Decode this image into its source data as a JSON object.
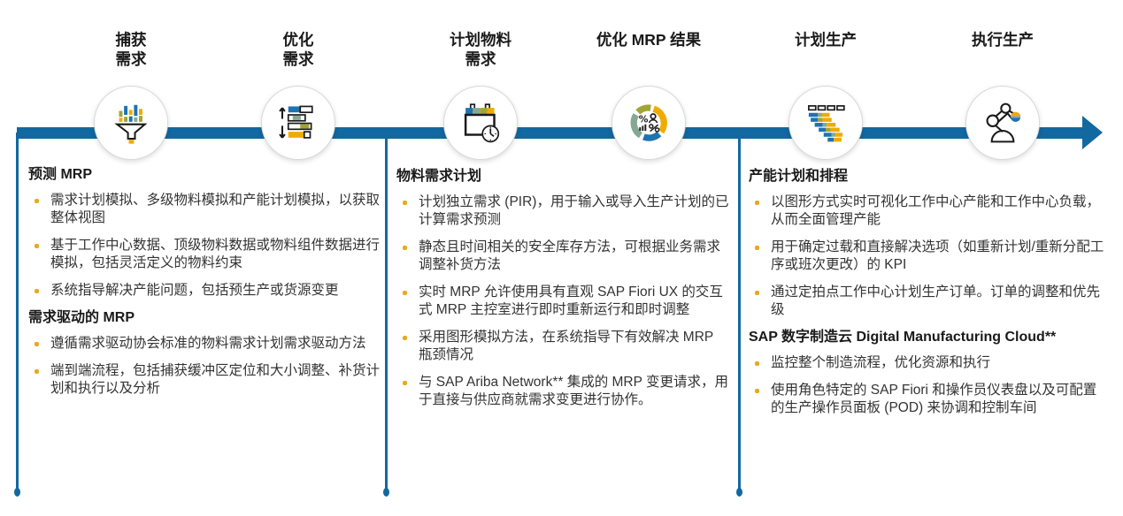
{
  "palette": {
    "accent_blue": "#1268A0",
    "icon_blue": "#1F73B0",
    "gold": "#F0AB00",
    "olive": "#A2A435",
    "sage": "#85A893",
    "bullet": "#E9A91C",
    "text": "#333333",
    "heading": "#1A1A1A"
  },
  "timeline": {
    "direction": "left-to-right-arrow"
  },
  "stages": [
    {
      "title_lines": [
        "捕获",
        "需求"
      ],
      "icon": "funnel-bars-icon"
    },
    {
      "title_lines": [
        "优化",
        "需求"
      ],
      "icon": "sort-bars-icon"
    },
    {
      "title_lines": [
        "计划物料",
        "需求"
      ],
      "icon": "calendar-clock-icon"
    },
    {
      "title_lines": [
        "优化 MRP 结果"
      ],
      "icon": "kpi-donut-icon"
    },
    {
      "title_lines": [
        "计划生产"
      ],
      "icon": "gantt-chart-icon"
    },
    {
      "title_lines": [
        "执行生产"
      ],
      "icon": "robot-arm-icon"
    }
  ],
  "columns": [
    {
      "sections": [
        {
          "heading": "预测 MRP",
          "bullets": [
            "需求计划模拟、多级物料模拟和产能计划模拟，以获取整体视图",
            "基于工作中心数据、顶级物料数据或物料组件数据进行模拟，包括灵活定义的物料约束",
            "系统指导解决产能问题，包括预生产或货源变更"
          ]
        },
        {
          "heading": "需求驱动的 MRP",
          "bullets": [
            "遵循需求驱动协会标准的物料需求计划需求驱动方法",
            "端到端流程，包括捕获缓冲区定位和大小调整、补货计划和执行以及分析"
          ]
        }
      ]
    },
    {
      "sections": [
        {
          "heading": "物料需求计划",
          "bullets": [
            "计划独立需求 (PIR)，用于输入或导入生产计划的已计算需求预测",
            "静态且时间相关的安全库存方法，可根据业务需求调整补货方法",
            "实时 MRP 允许使用具有直观 SAP Fiori UX 的交互式 MRP 主控室进行即时重新运行和即时调整",
            "采用图形模拟方法，在系统指导下有效解决 MRP 瓶颈情况",
            "与 SAP Ariba Network** 集成的 MRP 变更请求，用于直接与供应商就需求变更进行协作。"
          ]
        }
      ]
    },
    {
      "sections": [
        {
          "heading": "产能计划和排程",
          "bullets": [
            "以图形方式实时可视化工作中心产能和工作中心负载，从而全面管理产能",
            "用于确定过载和直接解决选项（如重新计划/重新分配工序或班次更改）的 KPI",
            "通过定拍点工作中心计划生产订单。订单的调整和优先级"
          ]
        },
        {
          "heading": "SAP 数字制造云 Digital Manufacturing Cloud**",
          "bullets": [
            "监控整个制造流程，优化资源和执行",
            "使用角色特定的 SAP Fiori 和操作员仪表盘以及可配置的生产操作员面板 (POD) 来协调和控制车间"
          ]
        }
      ]
    }
  ]
}
